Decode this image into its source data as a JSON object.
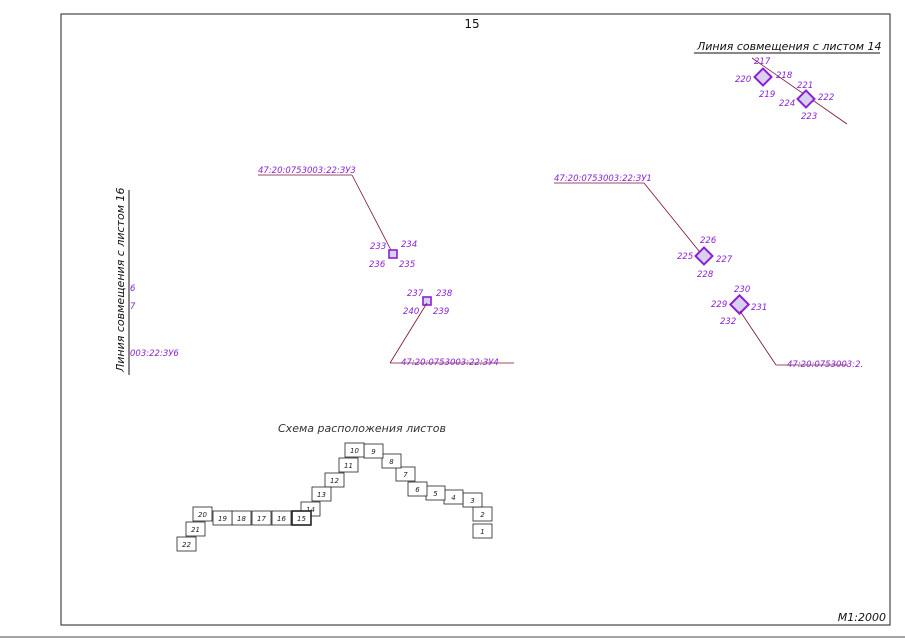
{
  "sheet": {
    "number": "15",
    "scale": "М1:2000"
  },
  "join_lines": {
    "top_right": "Линия совмещения с листом 14",
    "left_vertical": "Линия совмещения с листом 16"
  },
  "edge_labels": {
    "l1": "6",
    "l2": "7",
    "l3": "003:22:ЗУ6"
  },
  "parcels": [
    {
      "id": "zu3",
      "label": "47:20:0753003:22:ЗУ3"
    },
    {
      "id": "zu4",
      "label": "47:20:0753003:22:ЗУ4"
    },
    {
      "id": "zu1",
      "label": "47:20:0753003:22:ЗУ1"
    },
    {
      "id": "zu2",
      "label": "47:20:0753003:2."
    }
  ],
  "points": {
    "p217": "217",
    "p218": "218",
    "p219": "219",
    "p220": "220",
    "p221": "221",
    "p222": "222",
    "p223": "223",
    "p224": "224",
    "p225": "225",
    "p226": "226",
    "p227": "227",
    "p228": "228",
    "p229": "229",
    "p230": "230",
    "p231": "231",
    "p232": "232",
    "p233": "233",
    "p234": "234",
    "p235": "235",
    "p236": "236",
    "p237": "237",
    "p238": "238",
    "p239": "239",
    "p240": "240"
  },
  "scheme": {
    "title": "Схема расположения листов",
    "sheets": [
      "1",
      "2",
      "3",
      "4",
      "5",
      "6",
      "7",
      "8",
      "9",
      "10",
      "11",
      "12",
      "13",
      "14",
      "15",
      "16",
      "17",
      "18",
      "19",
      "20",
      "21",
      "22"
    ],
    "current": "15"
  }
}
